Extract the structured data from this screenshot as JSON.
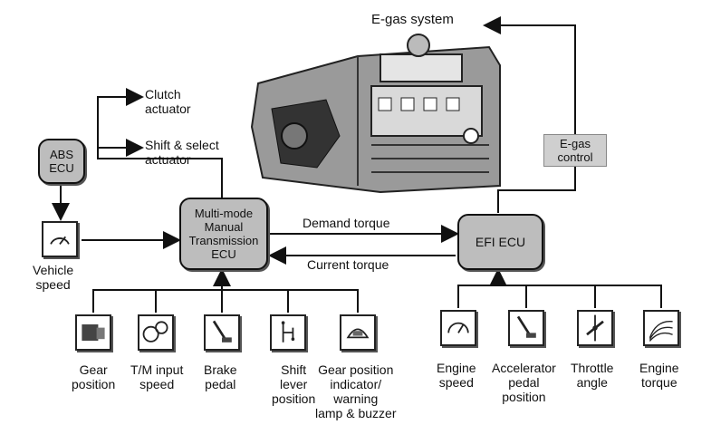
{
  "egas_system_label": "E-gas system",
  "clutch_actuator_label": "Clutch\nactuator",
  "shift_select_actuator_label": "Shift & select\nactuator",
  "abs_ecu_label": "ABS\nECU",
  "vehicle_speed_label": "Vehicle\nspeed",
  "mmt_ecu_label": "Multi-mode\nManual\nTransmission\nECU",
  "demand_torque_label": "Demand torque",
  "current_torque_label": "Current torque",
  "efi_ecu_label": "EFI ECU",
  "egas_control_label": "E-gas\ncontrol",
  "left_inputs": [
    {
      "label": "Gear\nposition",
      "icon": "gear-position-icon"
    },
    {
      "label": "T/M input\nspeed",
      "icon": "tm-input-speed-icon"
    },
    {
      "label": "Brake\npedal",
      "icon": "brake-pedal-icon"
    },
    {
      "label": "Shift\nlever\nposition",
      "icon": "shift-lever-icon"
    },
    {
      "label": "Gear position\nindicator/\nwarning\nlamp & buzzer",
      "icon": "gear-indicator-icon"
    }
  ],
  "right_inputs": [
    {
      "label": "Engine\nspeed",
      "icon": "tachometer-icon"
    },
    {
      "label": "Accelerator\npedal\nposition",
      "icon": "accelerator-pedal-icon"
    },
    {
      "label": "Throttle\nangle",
      "icon": "throttle-icon"
    },
    {
      "label": "Engine\ntorque",
      "icon": "engine-torque-icon"
    }
  ]
}
